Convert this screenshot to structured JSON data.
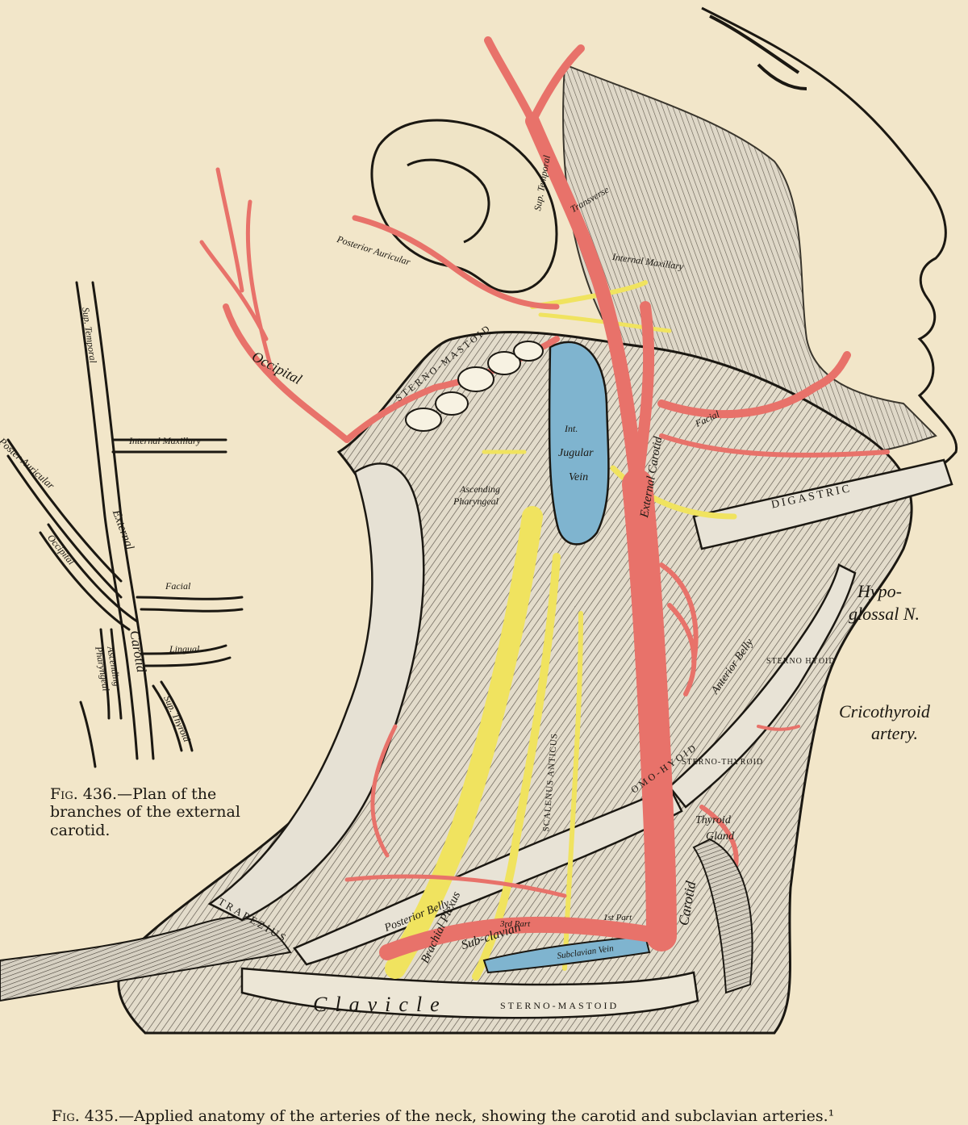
{
  "colors": {
    "paper": "#f2e6c9",
    "artery": "#e8726a",
    "artery_dark": "#b8322c",
    "vein": "#7fb4cf",
    "nerve": "#f0e35f",
    "ink": "#1b1812",
    "muscle": "#d9d6cc"
  },
  "labels": {
    "hypoglossal_1": "Hypo-",
    "hypoglossal_2": "glossal N.",
    "cricothyroid_1": "Cricothyroid",
    "cricothyroid_2": "artery.",
    "posterior_auricular": "Posterior Auricular",
    "internal_maxillary": "Internal Maxillary",
    "transverse": "Transverse",
    "facial": "Facial",
    "occipital": "Occipital",
    "sterno_mastoid_upper": "STERNO-MASTOID",
    "ascending_pharyngeal_1": "Ascending",
    "ascending_pharyngeal_2": "Pharyngeal",
    "int_jugular_1": "Int.",
    "int_jugular_2": "Jugular",
    "int_jugular_3": "Vein",
    "digastric": "DIGASTRIC",
    "anterior_belly": "Anterior Belly",
    "omo_hyoid": "OMO-HYOID",
    "posterior_belly": "Posterior Belly",
    "sterno_hyoid": "STERNO HYOID",
    "sterno_thyroid": "STERNO-THYROID",
    "thyroid_gland_1": "Thyroid",
    "thyroid_gland_2": "Gland",
    "carotid": "Carotid",
    "sub_temporal": "Sup. Temporal",
    "ext_carotid": "External Carotid",
    "brachial_plexus": "Brachial Plexus",
    "subclavian": "Sub-clavian",
    "subclavian_vein": "Subclavian Vein",
    "first_part": "1st Part",
    "third_part": "3rd Part",
    "scalenus": "SCALENUS ANTICUS",
    "trapezius": "TRAPEZIUS",
    "clavicle": "Clavicle",
    "sterno_mastoid_lower": "STERNO-MASTOID"
  },
  "inset_labels": {
    "sup_temporal": "Sup. Temporal",
    "internal_maxillary": "Internal Maxillary",
    "posterior_auricular": "Poster Auricular",
    "occipital": "Occipital",
    "external": "External",
    "facial": "Facial",
    "carotid": "Carotid",
    "lingual": "Lingual",
    "ascending": "Ascending",
    "pharyngeal": "Pharyngeal",
    "sup_thyroid": "Sup. Thyroid"
  },
  "captions": {
    "fig436_num": "Fig. 436.",
    "fig436_rest": "—Plan of the branches of the external carotid.",
    "fig435_num": "Fig. 435.",
    "fig435_rest": "—Applied anatomy of the arteries of the neck, showing the carotid and subclavian arteries.¹"
  }
}
